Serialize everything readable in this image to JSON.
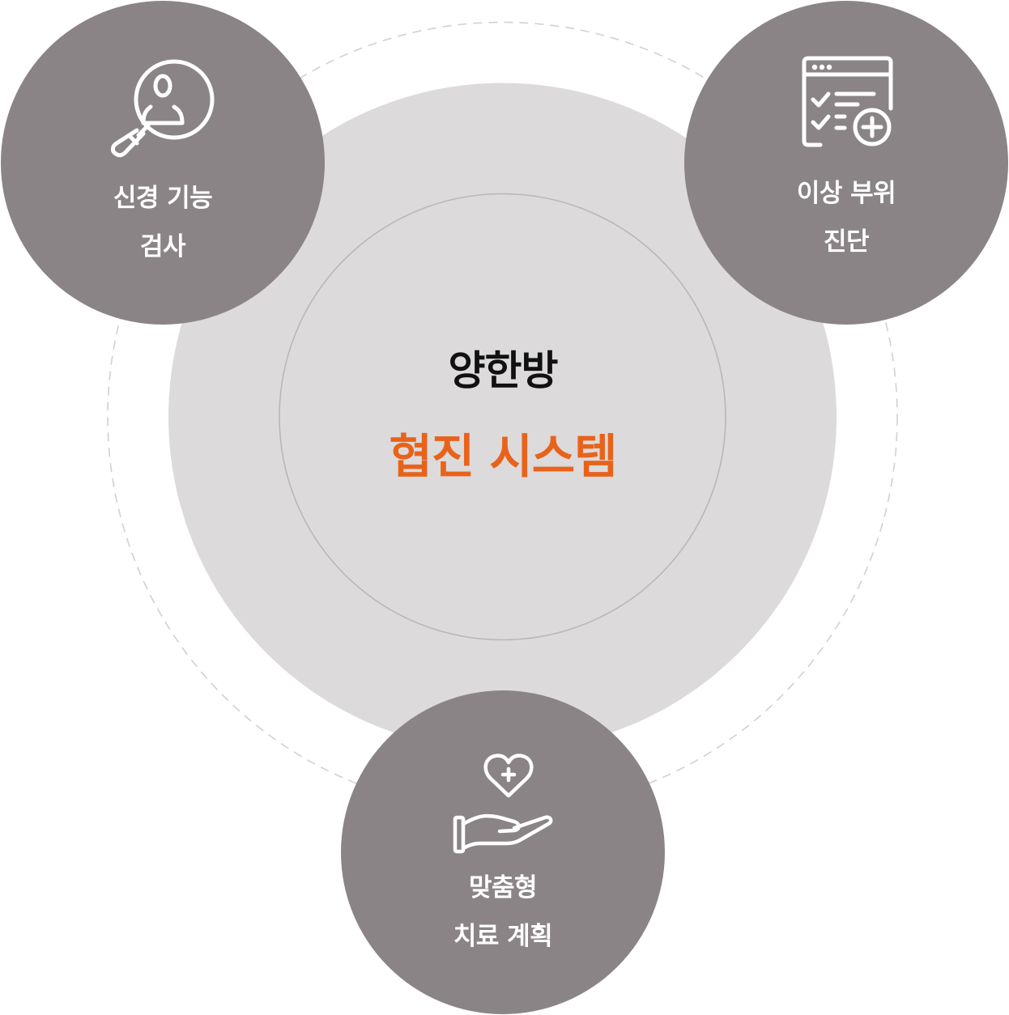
{
  "colors": {
    "background": "#ffffff",
    "outer_dashed_ring": "#d2d0d1",
    "main_disk": "#dcdadb",
    "inner_ring": "#b9b7b8",
    "satellite": "#8a8487",
    "satellite_text": "#ffffff",
    "title_primary": "#111111",
    "title_accent": "#e8631a"
  },
  "center": {
    "line1": "양한방",
    "line2": "협진 시스템"
  },
  "satellites": [
    {
      "id": "neuro-test",
      "icon": "magnifier-user-icon",
      "line1": "신경 기능",
      "line2": "검사"
    },
    {
      "id": "abnormal-diagnosis",
      "icon": "checklist-add-icon",
      "line1": "이상 부위",
      "line2": "진단"
    },
    {
      "id": "custom-treatment",
      "icon": "hand-heart-icon",
      "line1": "맞춤형",
      "line2": "치료 계획"
    }
  ]
}
